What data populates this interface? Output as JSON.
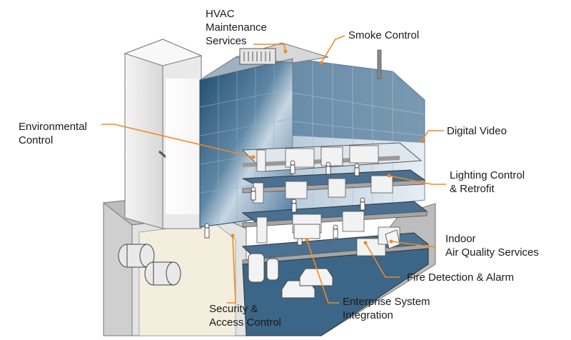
{
  "labels": {
    "hvac": [
      "HVAC",
      "Maintenance",
      "Services"
    ],
    "smoke": [
      "Smoke Control"
    ],
    "environmental": [
      "Environmental",
      "Control"
    ],
    "digital_video": [
      "Digital Video"
    ],
    "lighting": [
      "Lighting Control",
      "& Retrofit"
    ],
    "indoor_air": [
      "Indoor",
      "Air Quality Services"
    ],
    "fire": [
      "Fire Detection & Alarm"
    ],
    "enterprise": [
      "Enterprise System",
      "Integration"
    ],
    "security": [
      "Security &",
      "Access Control"
    ]
  },
  "colors": {
    "leader": "#f08a1e",
    "glass": "#2a5a7e",
    "floor": "#3c6687",
    "wall": "#eeeeee"
  }
}
